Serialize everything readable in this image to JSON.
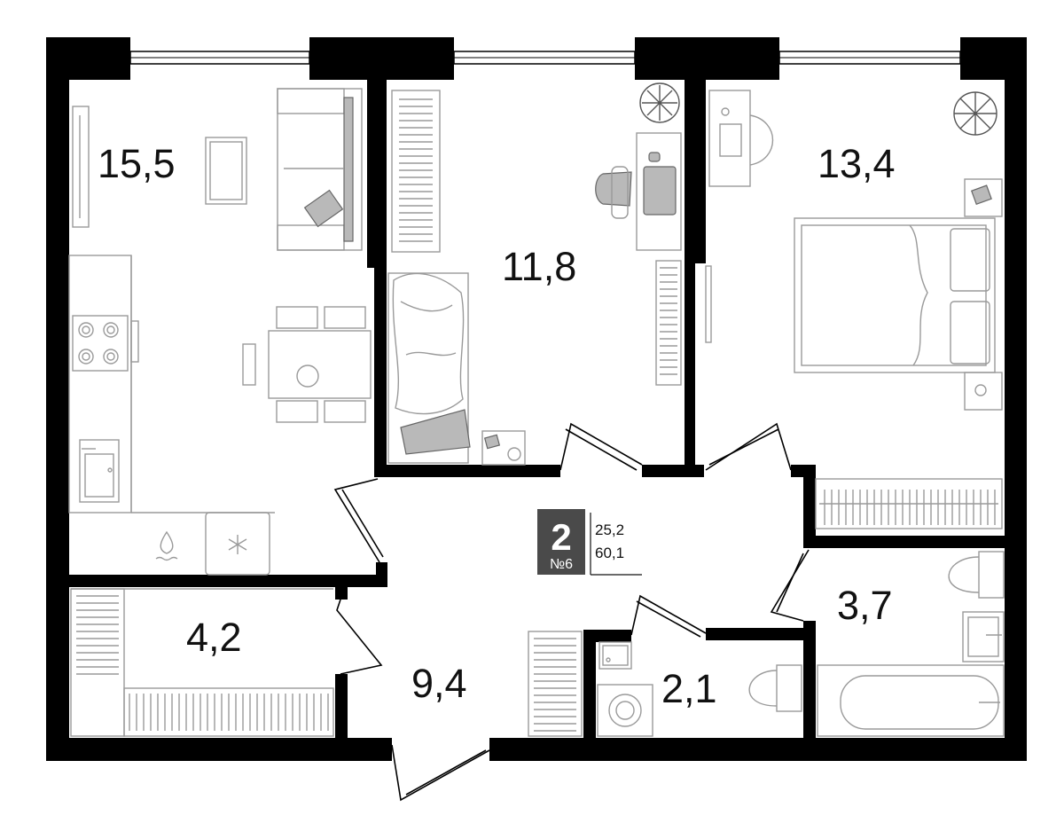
{
  "rooms": [
    {
      "id": "living-kitchen",
      "area": "15,5"
    },
    {
      "id": "bedroom-small",
      "area": "11,8"
    },
    {
      "id": "bedroom-large",
      "area": "13,4"
    },
    {
      "id": "storage",
      "area": "4,2"
    },
    {
      "id": "hallway",
      "area": "9,4"
    },
    {
      "id": "toilet",
      "area": "2,1"
    },
    {
      "id": "bathroom",
      "area": "3,7"
    }
  ],
  "apartment": {
    "rooms_count": "2",
    "number": "№6",
    "living_area": "25,2",
    "total_area": "60,1",
    "badge_color": "#4a4a4a"
  },
  "icons": [
    "plant-icon",
    "sink-icon",
    "stove-icon",
    "fridge-icon",
    "toilet-icon",
    "bathtub-icon",
    "washing-machine-icon",
    "water-drop-icon",
    "snowflake-icon"
  ]
}
